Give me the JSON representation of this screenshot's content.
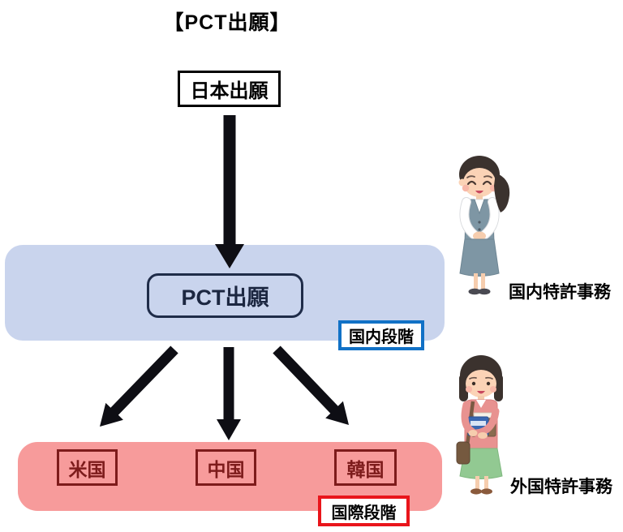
{
  "title": "【PCT出願】",
  "flow": {
    "japan_box": "日本出願",
    "pct_box": "PCT出願",
    "domestic_label": "国内段階",
    "international_label": "国際段階",
    "countries": [
      "米国",
      "中国",
      "韓国"
    ]
  },
  "annotations": {
    "domestic_clerk": "国内特許事務",
    "foreign_clerk": "外国特許事務"
  },
  "colors": {
    "domestic_panel_bg": "#C9D4ED",
    "international_panel_bg": "#F79B9B",
    "domestic_label_border": "#1171C6",
    "international_label_border": "#E9151B",
    "country_box": "#7D1B1B",
    "pct_box_border": "#1F2C49",
    "arrow": "#0E0E14"
  }
}
